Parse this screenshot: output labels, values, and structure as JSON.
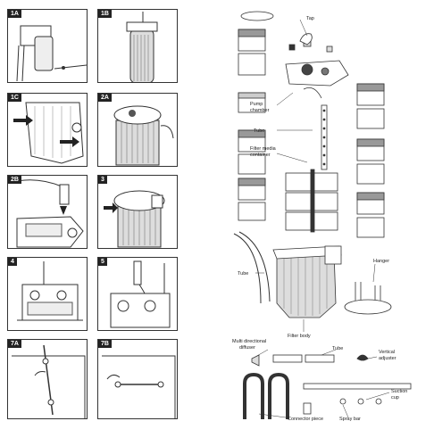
{
  "steps": [
    {
      "label": "1A"
    },
    {
      "label": "1B"
    },
    {
      "label": "1C"
    },
    {
      "label": "2A"
    },
    {
      "label": "2B"
    },
    {
      "label": "3"
    },
    {
      "label": "4"
    },
    {
      "label": "5"
    },
    {
      "label": "7A"
    },
    {
      "label": "7B"
    }
  ],
  "parts": {
    "tap": "Tap",
    "pump_chamber_1": "Pump",
    "pump_chamber_2": "chamber",
    "tube_top": "Tube",
    "filter_media_1": "Filter media",
    "filter_media_2": "container",
    "tube_left": "Tube",
    "hanger": "Hanger",
    "filter_body": "Filter body",
    "diffuser_1": "Multi directional",
    "diffuser_2": "diffuser",
    "tube_bottom": "Tube",
    "vertical_1": "Vertical",
    "vertical_2": "adjuster",
    "suction_1": "Suction",
    "suction_2": "cup",
    "connector": "Connector piece",
    "spray_bar": "Spray bar"
  }
}
